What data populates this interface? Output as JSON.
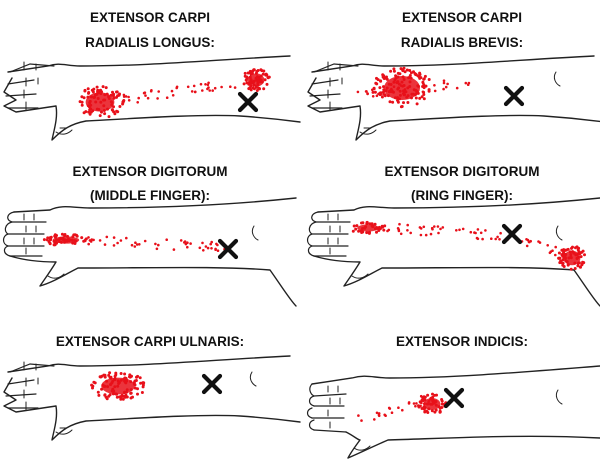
{
  "colors": {
    "referral": "#e8101a",
    "outline": "#222222",
    "trigger_mark": "#111111",
    "background": "#ffffff"
  },
  "icons": {
    "trigger_point": "x-mark-icon",
    "limb": "forearm-hand-outline"
  },
  "panels": [
    {
      "id": "ecrl",
      "title_lines": [
        "EXTENSOR CARPI",
        "RADIALIS LONGUS:"
      ],
      "fingers": "spread"
    },
    {
      "id": "ecrb",
      "title_lines": [
        "EXTENSOR CARPI",
        "RADIALIS BREVIS:"
      ],
      "fingers": "spread"
    },
    {
      "id": "ed-middle",
      "title_lines": [
        "EXTENSOR DIGITORUM",
        "(MIDDLE FINGER):"
      ],
      "fingers": "straight"
    },
    {
      "id": "ed-ring",
      "title_lines": [
        "EXTENSOR DIGITORUM",
        "(RING FINGER):"
      ],
      "fingers": "straight"
    },
    {
      "id": "ecu",
      "title_lines": [
        "EXTENSOR CARPI ULNARIS:"
      ],
      "fingers": "spread"
    },
    {
      "id": "ei",
      "title_lines": [
        "EXTENSOR INDICIS:"
      ],
      "fingers": "curled"
    }
  ]
}
